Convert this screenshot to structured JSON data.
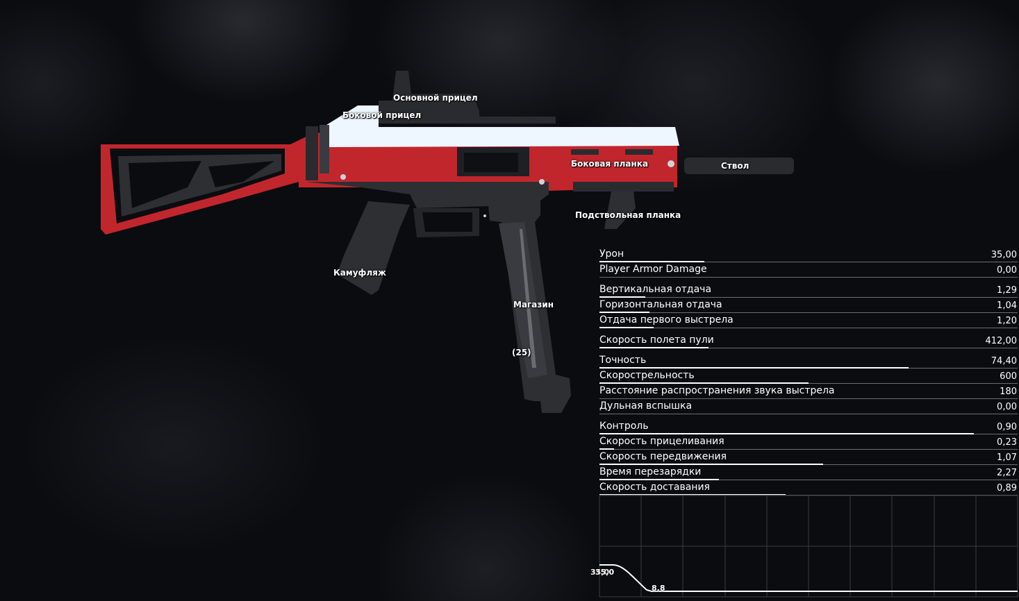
{
  "attachments": {
    "main_sight": "Основной прицел",
    "side_sight": "Боковой прицел",
    "side_rail": "Боковая планка",
    "barrel": "Ствол",
    "underbarrel_rail": "Подствольная планка",
    "camo": "Камуфляж",
    "magazine": "Магазин",
    "ammo_count": "(25)"
  },
  "colors": {
    "accent_red": "#c2262d",
    "top_white": "#eef6ff",
    "body_dark": "#2e2f33",
    "stat_bar": "#ffffff"
  },
  "stats": [
    {
      "label": "Урон",
      "value": "35,00",
      "fill": 0.25,
      "gap": false
    },
    {
      "label": "Player Armor Damage",
      "value": "0,00",
      "fill": 0,
      "gap": false
    },
    {
      "label": "Вертикальная отдача",
      "value": "1,29",
      "fill": 0.11,
      "gap": true
    },
    {
      "label": "Горизонтальная отдача",
      "value": "1,04",
      "fill": 0.12,
      "gap": false
    },
    {
      "label": "Отдача первого выстрела",
      "value": "1,20",
      "fill": 0.13,
      "gap": false
    },
    {
      "label": "Скорость полета пули",
      "value": "412,00",
      "fill": 0.26,
      "gap": true
    },
    {
      "label": "Точность",
      "value": "74,40",
      "fill": 0.74,
      "gap": true
    },
    {
      "label": "Скорострельность",
      "value": "600",
      "fill": 0.5,
      "gap": false
    },
    {
      "label": "Расстояние распространения звука выстрела",
      "value": "180",
      "fill": 0,
      "gap": false
    },
    {
      "label": "Дульная вспышка",
      "value": "0,00",
      "fill": 0,
      "gap": false
    },
    {
      "label": "Контроль",
      "value": "0,90",
      "fill": 0.895,
      "gap": true
    },
    {
      "label": "Скорость прицеливания",
      "value": "0,23",
      "fill": 0.035,
      "gap": false
    },
    {
      "label": "Скорость передвижения",
      "value": "1,07",
      "fill": 0.535,
      "gap": false
    },
    {
      "label": "Время перезарядки",
      "value": "2,27",
      "fill": 0.285,
      "gap": false
    },
    {
      "label": "Скорость доставания",
      "value": "0,89",
      "fill": 0.445,
      "gap": false
    }
  ],
  "damage_graph": {
    "start_label": "35,0",
    "start_label_overlap": "35,0",
    "end_label": "8,8",
    "columns": 10
  }
}
